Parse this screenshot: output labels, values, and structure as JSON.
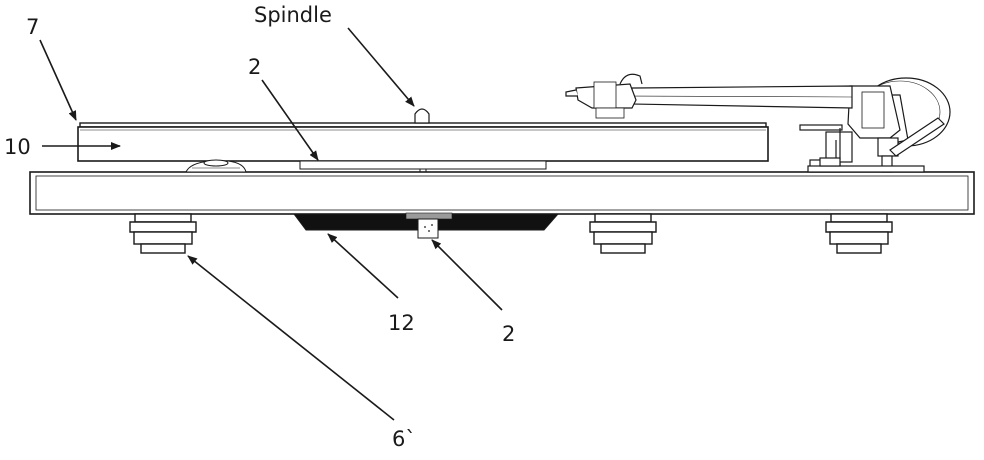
{
  "labels": {
    "spindle": "Spindle",
    "platter_top": "7",
    "platter": "10",
    "sub_platter": "2",
    "motor_housing": "12",
    "drive_pulley": "2",
    "feet": "6`"
  },
  "colors": {
    "line": "#1a1a1a",
    "dark_fill": "#111111",
    "background": "#ffffff"
  }
}
